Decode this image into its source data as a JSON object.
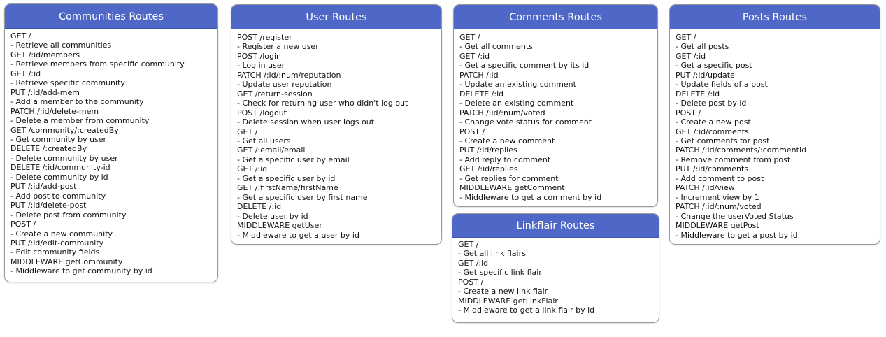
{
  "colors": {
    "header_bg": "#4f68c8",
    "header_text": "#ffffff",
    "border": "#9a9a9a"
  },
  "cards": {
    "communities": {
      "title": "Communities Routes",
      "lines": [
        "GET /",
        "- Retrieve all communities",
        "GET /:id/members",
        "- Retrieve members from specific community",
        "GET /:id",
        "- Retrieve specific community",
        "PUT /:id/add-mem",
        "- Add a member to the community",
        "PATCH /:id/delete-mem",
        "- Delete a member from community",
        "GET /community/:createdBy",
        "- Get community by user",
        "DELETE /:createdBy",
        "- Delete community by user",
        "DELETE /:id/community-id",
        "- Delete community by id",
        "PUT /:id/add-post",
        "- Add post to community",
        "PUT /:id/delete-post",
        "- Delete post from community",
        "POST /",
        "- Create a new community",
        "PUT /:id/edit-community",
        "- Edit community fields",
        "MIDDLEWARE getCommunity",
        "- Middleware to get community by id"
      ]
    },
    "user": {
      "title": "User Routes",
      "lines": [
        "POST /register",
        "- Register a new user",
        "POST /login",
        "- Log in user",
        "PATCH /:id/:num/reputation",
        "- Update user reputation",
        "GET /return-session",
        "- Check for returning user who didn't log out",
        "POST /logout",
        "- Delete session when user logs out",
        "GET /",
        "- Get all users",
        "GET /:email/email",
        "- Get a specific user by email",
        "GET /:id",
        "- Get a specific user by id",
        "GET /:firstName/firstName",
        "- Get a specific user by first name",
        "DELETE /:id",
        "- Delete user by id",
        "MIDDLEWARE getUser",
        "- Middleware to get a user by id"
      ]
    },
    "comments": {
      "title": "Comments Routes",
      "lines": [
        "GET /",
        "- Get all comments",
        "GET /:id",
        "- Get a specific comment by its id",
        "PATCH /:id",
        "- Update an existing comment",
        "DELETE /:id",
        "- Delete an existing comment",
        "PATCH /:id/:num/voted",
        "- Change vote status for comment",
        "POST /",
        "- Create a new comment",
        "PUT /:id/replies",
        "- Add reply to comment",
        "GET /:id/replies",
        "- Get replies for comment",
        "MIDDLEWARE getComment",
        "- Middleware to get a comment by id"
      ]
    },
    "linkflair": {
      "title": "Linkflair Routes",
      "lines": [
        "GET /",
        "- Get all link flairs",
        "GET /:id",
        "- Get specific link flair",
        "POST /",
        "- Create a new link flair",
        "MIDDLEWARE getLinkFlair",
        "- Middleware to get a link flair by id"
      ]
    },
    "posts": {
      "title": "Posts Routes",
      "lines": [
        "GET /",
        "- Get all posts",
        "GET /:id",
        "- Get a specific post",
        "PUT /:id/update",
        "- Update fields of a post",
        "DELETE /:id",
        "- Delete post by id",
        "POST /",
        "- Create a new post",
        "GET /:id/comments",
        "- Get comments for post",
        "PATCH /:id/comments/:commentId",
        "- Remove comment from post",
        "PUT /:id/comments",
        "- Add comment to post",
        "PATCH /:id/view",
        "- Increment view by 1",
        "PATCH /:id/:num/voted",
        "- Change the userVoted Status",
        "MIDDLEWARE getPost",
        "- Middleware to get a post by id"
      ]
    }
  }
}
